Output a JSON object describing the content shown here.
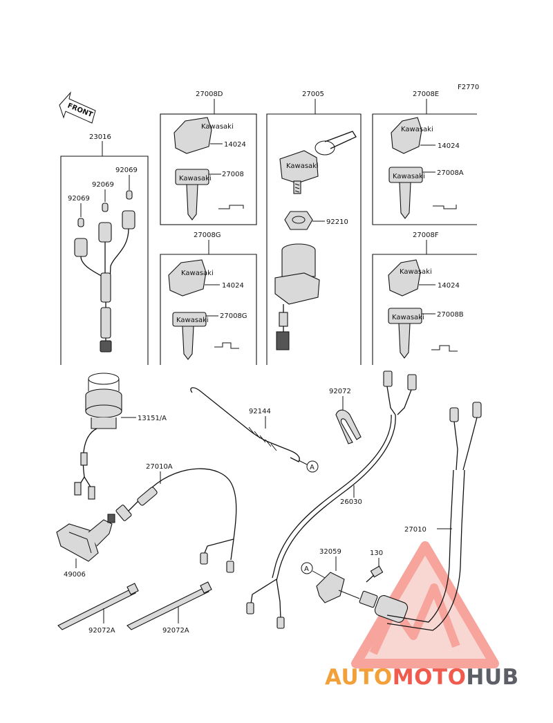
{
  "figure_code": "F2770",
  "front_label": "FRONT",
  "parts": {
    "p23016": "23016",
    "p92069_a": "92069",
    "p92069_b": "92069",
    "p92069_c": "92069",
    "p27008D": "27008D",
    "p14024_1": "14024",
    "p27008": "27008",
    "p27005": "27005",
    "p92210": "92210",
    "p27008E": "27008E",
    "p14024_2": "14024",
    "p27008A": "27008A",
    "p27008G_top": "27008G",
    "p14024_3": "14024",
    "p27008G": "27008G",
    "p27008F": "27008F",
    "p14024_4": "14024",
    "p27008B": "27008B",
    "p13151A": "13151/A",
    "p92144": "92144",
    "p92072": "92072",
    "p27010A": "27010A",
    "p26030": "26030",
    "p27010": "27010",
    "p49006": "49006",
    "p32059": "32059",
    "p130": "130",
    "p92072A_1": "92072A",
    "p92072A_2": "92072A"
  },
  "ref_markers": {
    "a1": "A",
    "a2": "A"
  },
  "key_text": "Kawasaki",
  "watermark": {
    "part1": "AUTO",
    "part2": "MOTO",
    "part3": "HUB"
  },
  "colors": {
    "ink": "#111111",
    "watermark_orange": "#f2a13a",
    "watermark_red": "#ef5b4d",
    "watermark_grey": "#5c6066"
  }
}
